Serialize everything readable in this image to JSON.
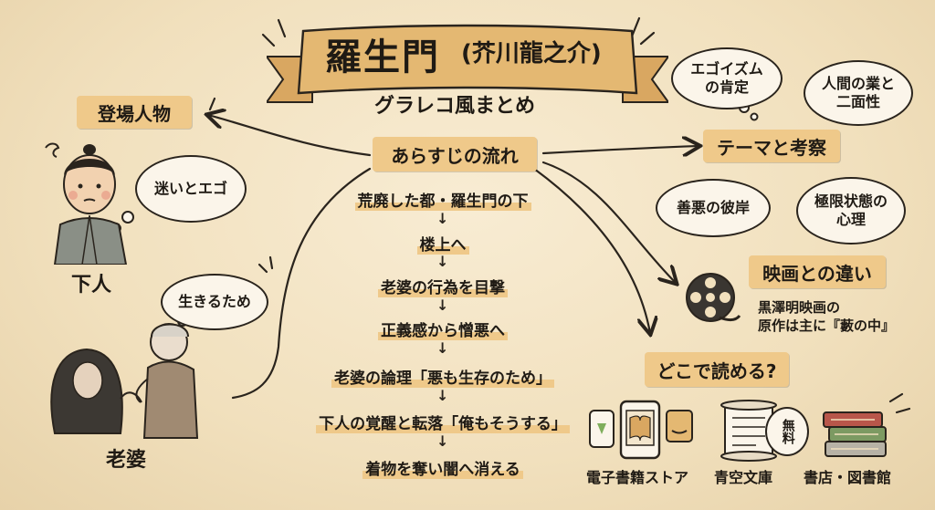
{
  "title": "羅生門",
  "author": "(芥川龍之介)",
  "subtitle": "グラレコ風まとめ",
  "center_node": "あらすじの流れ",
  "flow_steps": [
    "荒廃した都・羅生門の下",
    "楼上へ",
    "老婆の行為を目撃",
    "正義感から憎悪へ",
    "老婆の論理「悪も生存のため」",
    "下人の覚醒と転落「俺もそうする」",
    "着物を奪い闇へ消える"
  ],
  "characters": {
    "heading": "登場人物",
    "genin_label": "下人",
    "genin_thought": "迷いとエゴ",
    "roba_label": "老婆",
    "roba_thought": "生きるため"
  },
  "themes": {
    "heading": "テーマと考察",
    "items": [
      "エゴイズムの肯定",
      "人間の業と二面性",
      "善悪の彼岸",
      "極限状態の心理"
    ]
  },
  "film": {
    "heading": "映画との違い",
    "line1": "黒澤明映画の",
    "line2": "原作は主に『藪の中』"
  },
  "where": {
    "heading": "どこで読める?",
    "ebook": "電子書籍ストア",
    "aozora": "青空文庫",
    "free_badge": "無料",
    "library": "書店・図書館"
  }
}
